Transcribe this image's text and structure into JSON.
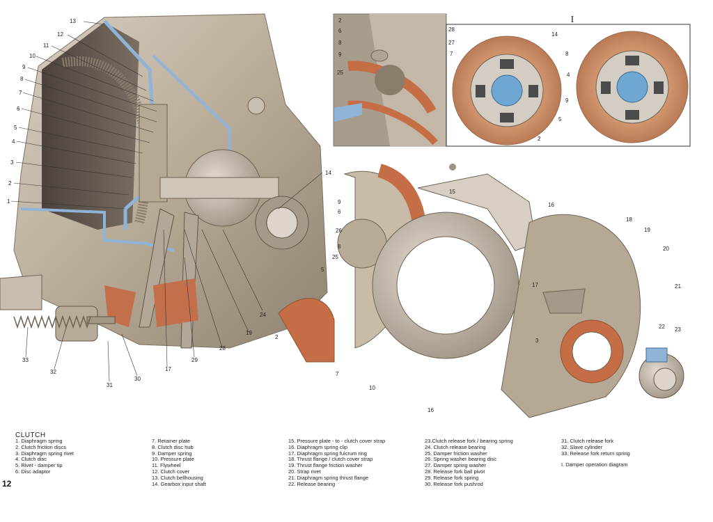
{
  "inset": {
    "roman_label": "I"
  },
  "title": "CLUTCH",
  "page_number": "12",
  "legend": [
    [
      "1. Diaphragm spring",
      "2. Clutch friction discs",
      "3. Diaphragm spring rivet",
      "4. Clutch disc",
      "5. Rivet - damper tip",
      "6. Disc adaptor"
    ],
    [
      "7. Retainer plate",
      "8. Clutch disc hub",
      "9. Damper spring",
      "10. Pressure plate",
      "11. Flywheel",
      "12. Clutch cover",
      "13. Clutch bellhousing",
      "14. Gearbox input shaft"
    ],
    [
      "15. Pressure plate - to - clutch cover strap",
      "16. Diaphragm spring clip",
      "17. Diaphragm spring fulcrum ring",
      "18. Thrust flange / clutch cover strap",
      "19. Thrust flange friction washer",
      "20. Strap rivet",
      "21. Diaphragm spring thrust flange",
      "22. Release bearing"
    ],
    [
      "23.Clutch release fork / bearing spring",
      "24. Clutch release bearing",
      "25. Damper friction washer",
      "26. Spring washer bearing disc",
      "27. Damper spring washer",
      "28. Release fork ball pivot",
      "29. Release fork spring",
      "30. Release fork pushrod"
    ],
    [
      "31. Clutch release fork",
      "32. Slave cylinder",
      "33. Release fork return spring",
      "I. Damper operation diagram"
    ]
  ],
  "callouts": {
    "left": [
      "13",
      "12",
      "11",
      "10",
      "9",
      "8",
      "7",
      "6",
      "5",
      "4",
      "3",
      "2",
      "1",
      "14",
      "24",
      "19",
      "28",
      "29",
      "17",
      "30",
      "31",
      "32",
      "33"
    ],
    "inset": [
      "2",
      "6",
      "8",
      "9",
      "25",
      "28",
      "27",
      "7",
      "14",
      "8",
      "4",
      "9",
      "5",
      "2"
    ],
    "right": [
      "15",
      "16",
      "9",
      "6",
      "26",
      "8",
      "5",
      "25",
      "2",
      "7",
      "10",
      "16",
      "17",
      "18",
      "19",
      "20",
      "21",
      "3",
      "22",
      "23"
    ]
  }
}
